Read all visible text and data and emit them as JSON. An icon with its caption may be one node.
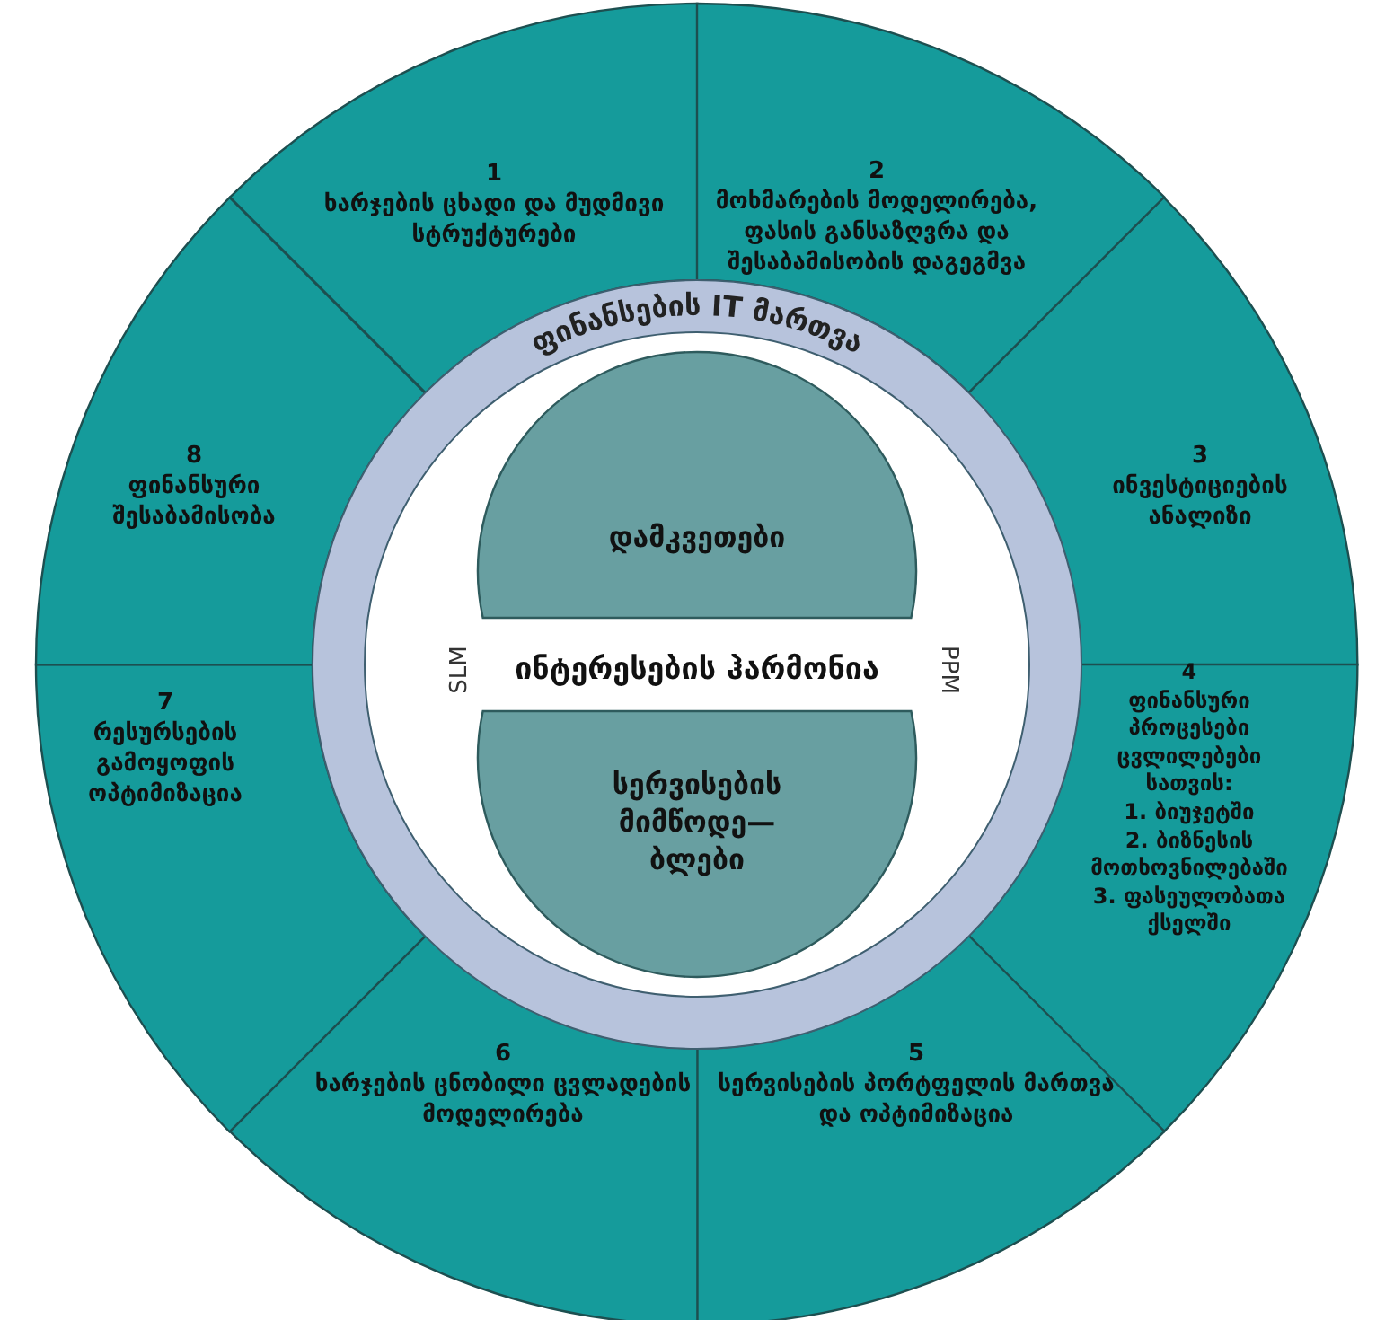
{
  "diagram": {
    "nodes": [
      {
        "text": [
          "1",
          "ხარჯების ცხადი და მუდმივი სტრუქტურები"
        ]
      },
      {
        "text": [
          "2",
          "მოხმარების მოდელირება, ფასის განსაზღვრა და შესაბამისობის დაგეგმვა"
        ]
      },
      {
        "text": [
          "3",
          "ინვესტიციების ანალიზი"
        ]
      },
      {
        "text": [
          "4",
          "ფინანსური პროცესები ცვლილებები სათვის:",
          "1. ბიუჯეტში",
          "2. ბიზნესის მოთხოვნილებაში",
          "3. ფასეულობათა ქსელში"
        ]
      },
      {
        "text": [
          "5",
          "სერვისების პორტფელის მართვა და ოპტიმიზაცია"
        ]
      },
      {
        "text": [
          "6",
          "ხარჯების ცნობილი ცვლადების მოდელირება"
        ]
      },
      {
        "text": [
          "7",
          "რესურსების გამოყოფის ოპტიმიზაცია"
        ]
      },
      {
        "text": [
          "8",
          "ფინანსური შესაბამისობა"
        ]
      },
      {
        "text": [
          "ფინანსების IT მართვა"
        ]
      },
      {
        "text": [
          "დამკვეთები"
        ],
        "in": 8
      },
      {
        "text": [
          "ინტერესების ჰარმონია"
        ],
        "in": 8
      },
      {
        "text": [
          "სერვისების მიმწოდე— ბლები"
        ],
        "in": 8
      }
    ],
    "labels": [
      "SLM",
      "PPM"
    ]
  }
}
